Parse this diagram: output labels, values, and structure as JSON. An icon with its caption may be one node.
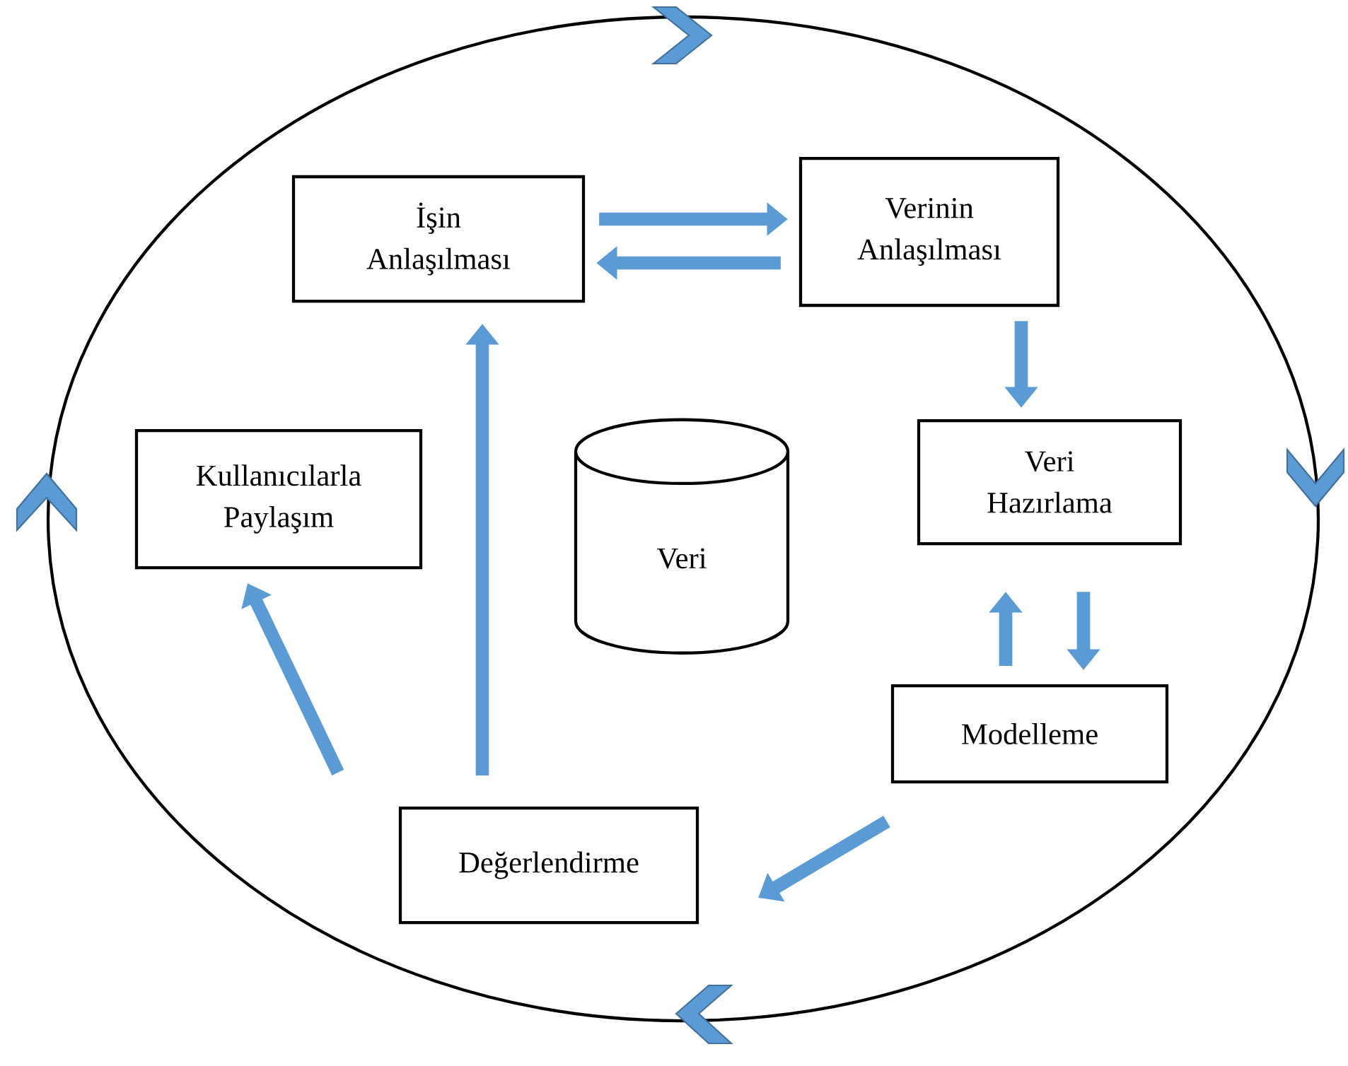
{
  "diagram": {
    "nodes": [
      {
        "text": [
          "İşin Anlaşılması"
        ]
      },
      {
        "text": [
          "Verinin Anlaşılması"
        ]
      },
      {
        "text": [
          "Veri Hazırlama"
        ]
      },
      {
        "text": [
          "Modelleme"
        ]
      },
      {
        "text": [
          "Değerlendirme"
        ]
      },
      {
        "text": [
          "Kullanıcılarla Paylaşım"
        ]
      },
      {
        "text": [
          "Veri"
        ]
      }
    ],
    "edges": [
      {
        "from": 0,
        "to": 1,
        "arrow": "to"
      },
      {
        "from": 1,
        "to": 0,
        "arrow": "to"
      },
      {
        "from": 1,
        "to": 2,
        "arrow": "to"
      },
      {
        "from": 2,
        "to": 3,
        "arrow": "to"
      },
      {
        "from": 3,
        "to": 2,
        "arrow": "to"
      },
      {
        "from": 3,
        "to": 4,
        "arrow": "to"
      },
      {
        "from": 4,
        "to": 0,
        "arrow": "to"
      },
      {
        "from": 4,
        "to": 5,
        "arrow": "to"
      }
    ]
  }
}
